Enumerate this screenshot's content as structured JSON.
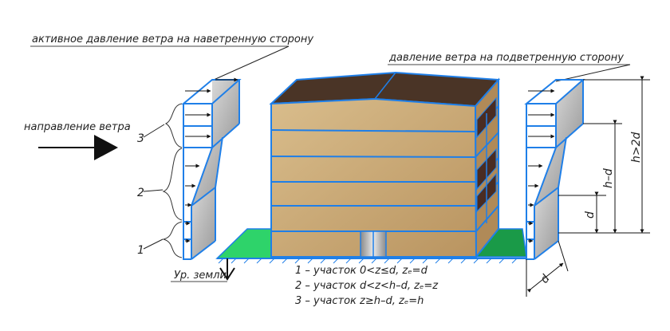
{
  "labels": {
    "windward_active": "активное давление ветра на наветренную сторону",
    "leeward": "давление ветра на подветренную сторону",
    "wind_direction": "направление ветра",
    "ground_level": "Ур. земли",
    "zone_1": "1",
    "zone_2": "2",
    "zone_3": "3",
    "dim_d_left": "d",
    "dim_h_minus_d": "h–d",
    "dim_h_gt_2d": "h>2d",
    "dim_d_bottom": "d"
  },
  "legend": {
    "line1": "1 – участок 0<z≤d, zₑ=d",
    "line2": "2 – участок d<z<h–d, zₑ=z",
    "line3": "3 – участок z≥h–d,  zₑ=h"
  },
  "colors": {
    "outline_blue": "#1f7fe8",
    "roof": "#4a3426",
    "wall": "#c9a877",
    "window": "#4a2c22",
    "ground_green": "#22c55e",
    "ground_green_dark": "#148a3c",
    "pressure_gray": "#b0b0b0"
  }
}
